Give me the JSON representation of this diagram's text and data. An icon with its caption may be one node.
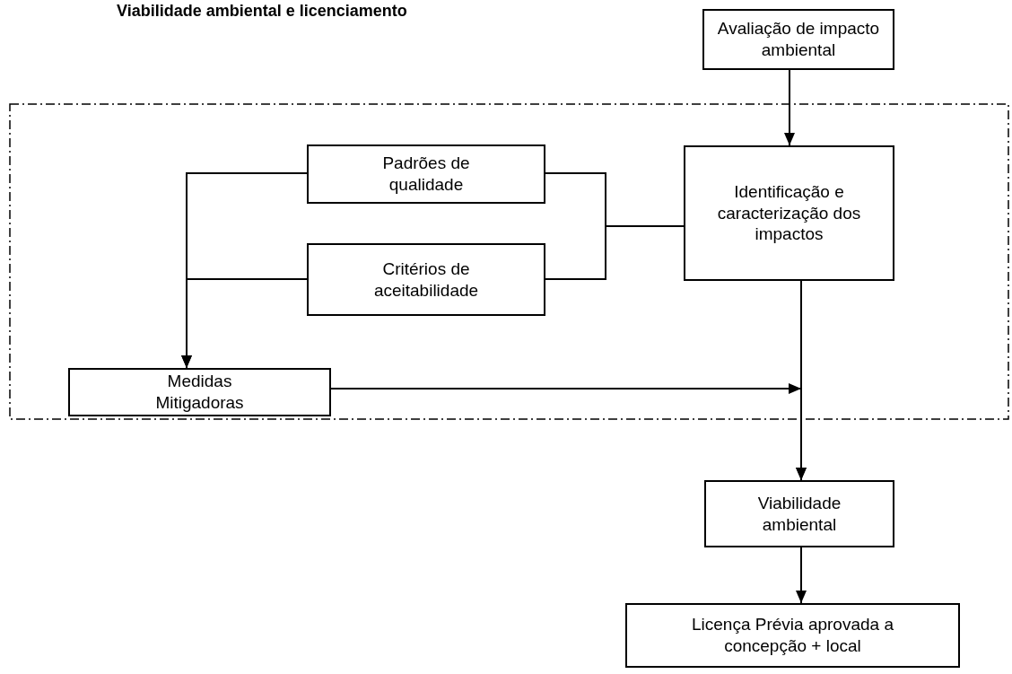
{
  "diagram": {
    "title": "Viabilidade ambiental e licenciamento",
    "nodes": [
      {
        "text": [
          "Avaliação de impacto ambiental"
        ]
      },
      {
        "text": [],
        "shape": "box"
      },
      {
        "text": [
          "Padrões de qualidade"
        ],
        "in": 1
      },
      {
        "text": [
          "Identificação e caracterização dos impactos"
        ],
        "in": 1
      },
      {
        "text": [
          "Critérios de aceitabilidade"
        ],
        "in": 1
      },
      {
        "text": [
          "Medidas Mitigadoras"
        ],
        "in": 1
      },
      {
        "text": [
          "Viabilidade ambiental"
        ]
      },
      {
        "text": [
          "Licença Prévia aprovada a concepção + local"
        ]
      }
    ],
    "edges": [
      {
        "from": 0,
        "to": 3,
        "arrow": "to"
      },
      {
        "from": 3,
        "to": 2,
        "arrow": "none"
      },
      {
        "from": 3,
        "to": 4,
        "arrow": "none"
      },
      {
        "from": 2,
        "to": 5,
        "arrow": "to"
      },
      {
        "from": 4,
        "to": 5,
        "arrow": "to"
      },
      {
        "from": 3,
        "to": 6,
        "arrow": "to"
      },
      {
        "from": 5,
        "to": 6,
        "arrow": "to"
      },
      {
        "from": 6,
        "to": 7,
        "arrow": "to"
      }
    ]
  }
}
